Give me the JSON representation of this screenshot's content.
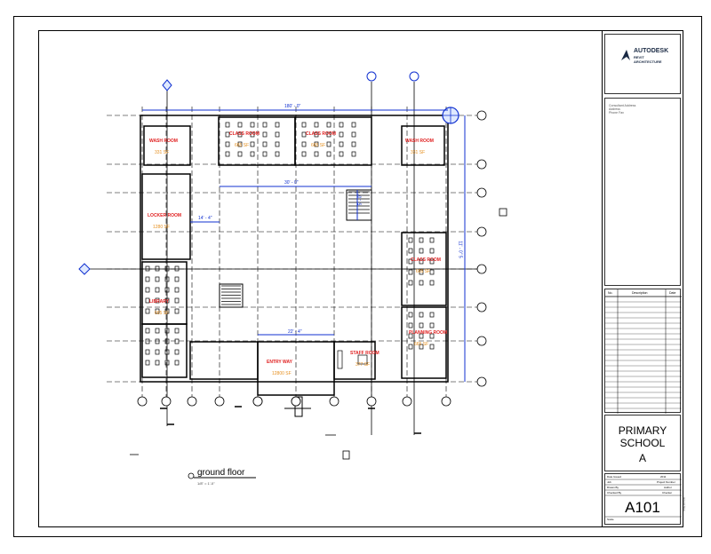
{
  "titleblock": {
    "logo_line1": "AUTODESK",
    "logo_line2": "REVIT",
    "logo_line3": "ARCHITECTURE",
    "consultant_line1": "Consultant Address",
    "consultant_line2": "Address",
    "consultant_line3": "Phone Fax",
    "rev_headers": [
      "No.",
      "Description",
      "Date"
    ],
    "project_name_line1": "PRIMARY",
    "project_name_line2": "SCHOOL",
    "sheet_name": "A",
    "info_labels": [
      "Date Issued",
      "Job",
      "Drawn By",
      "Checked By",
      "Scale"
    ],
    "info_values": [
      "2011",
      "Project Number",
      "Author",
      "Checker",
      ""
    ],
    "sheet_number": "A101"
  },
  "plan": {
    "view_title": "ground floor",
    "view_scale": "1/8\" = 1'-0\"",
    "dimensions": {
      "overall": "180' - 0\"",
      "hall_width": "30' - 0\"",
      "corridor": "14' - 4\"",
      "entry": "22' - 4\"",
      "stair": "5' - 0\"",
      "right_side": "11' - 0\" 5"
    },
    "rooms": [
      {
        "name": "WASH ROOM",
        "area": "331 SF"
      },
      {
        "name": "CLASS ROOM",
        "area": "665 SF"
      },
      {
        "name": "CLASS ROOM",
        "area": "665 SF"
      },
      {
        "name": "WASH ROOM",
        "area": "331 SF"
      },
      {
        "name": "LOCKER ROOM",
        "area": "1280 SF"
      },
      {
        "name": "CLASS ROOM",
        "area": "665 SF"
      },
      {
        "name": "LIBRARY",
        "area": "665 SF"
      },
      {
        "name": "PLANNING ROOM",
        "area": "665 SF"
      },
      {
        "name": "ENTRY WAY",
        "area": "12800 SF"
      },
      {
        "name": "STAFF ROOM",
        "area": "377 SF"
      }
    ]
  },
  "colors": {
    "room_label": "#e02020",
    "area_label": "#e69020",
    "dimension": "#1030d0",
    "line": "#000000"
  }
}
